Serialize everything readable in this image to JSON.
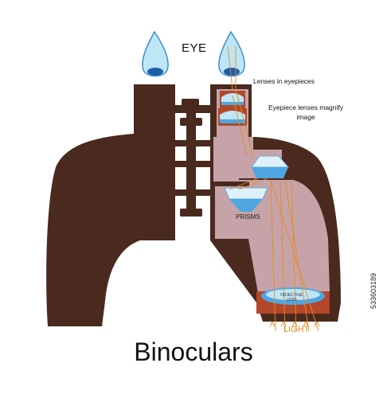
{
  "labels": {
    "eye": "EYE",
    "lenses_in_eyepieces": "Lenses in eyepieces",
    "eyepiece_lenses_magnify": "Eyepiece lenses magnify image",
    "prisms": "PRISMS",
    "objective_lens": "OBJECTIVE LENS",
    "light": "LIGHT"
  },
  "title": "Binoculars",
  "stock_id": "533603189",
  "colors": {
    "body": "#4a2a1e",
    "interior": "#c6a3a8",
    "lens_blue": "#4ea6e0",
    "lens_pale": "#bfe6f6",
    "lens_mount": "#b3472a",
    "light_rays": "#e98a1e",
    "eye_blue": "#3a8fd6"
  }
}
